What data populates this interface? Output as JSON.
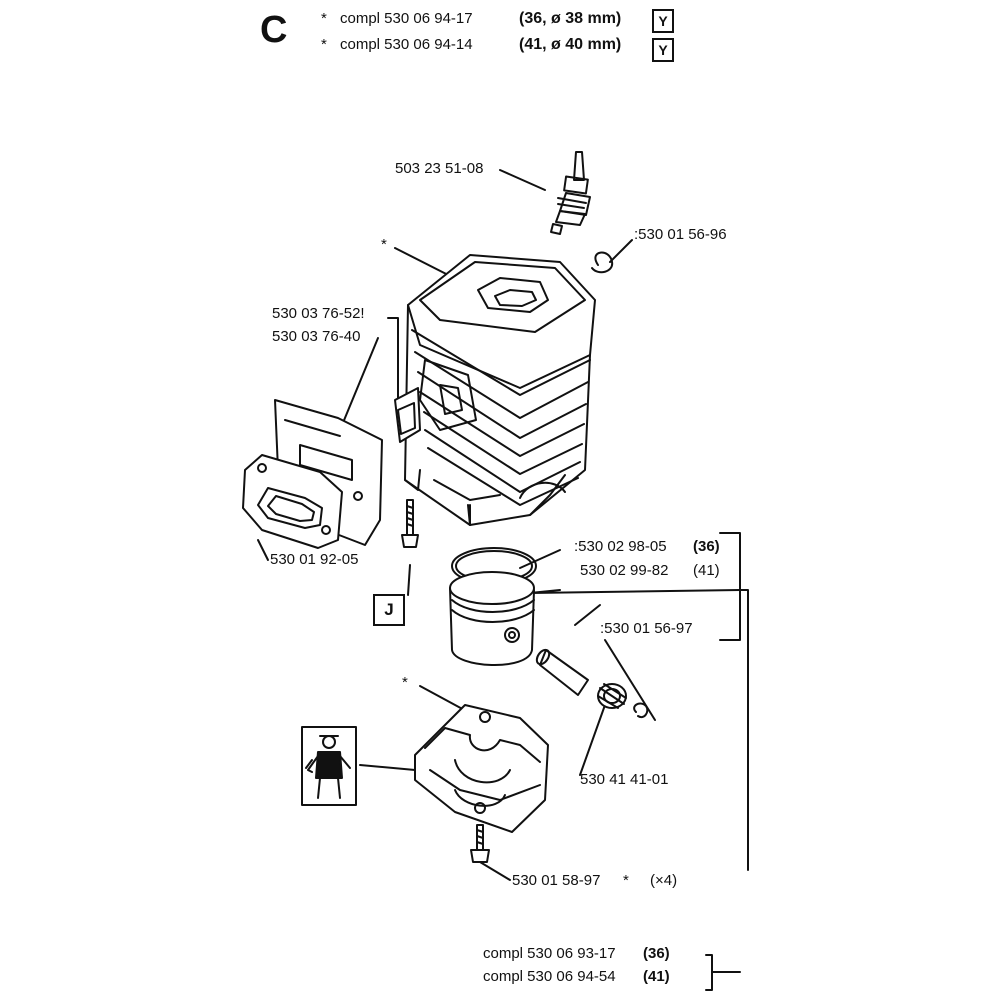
{
  "section_letter": "C",
  "header": {
    "kits": [
      {
        "prefix": "*",
        "text": "compl 530 06 94-17",
        "spec": "(36, ø 38 mm)",
        "badge": "Y"
      },
      {
        "prefix": "*",
        "text": "compl 530 06 94-14",
        "spec": "(41, ø 40 mm)",
        "badge": "Y"
      }
    ]
  },
  "parts": {
    "spark_plug": "503 23 51-08",
    "clip_top": ":530 01 56-96",
    "cylinder_marker": "*",
    "gasket_a": "530 03 76-52!",
    "gasket_b": "530 03 76-40",
    "muffler_gasket": "530 01 92-05",
    "ring_36": ":530 02 98-05",
    "ring_36_size": "(36)",
    "ring_41": "530 02 99-82",
    "ring_41_size": "(41)",
    "circlip": ":530 01 56-97",
    "bearing": "530 41 41-01",
    "crankcase_marker": "*",
    "screw": "530 01 58-97",
    "screw_marker": "*",
    "screw_qty": "(×4)"
  },
  "badges": {
    "j_box": "J"
  },
  "footer": {
    "kits": [
      {
        "text": "compl 530 06 93-17",
        "size": "(36)"
      },
      {
        "text": "compl 530 06 94-54",
        "size": "(41)"
      }
    ]
  },
  "colors": {
    "ink": "#111111",
    "paper": "#ffffff"
  }
}
